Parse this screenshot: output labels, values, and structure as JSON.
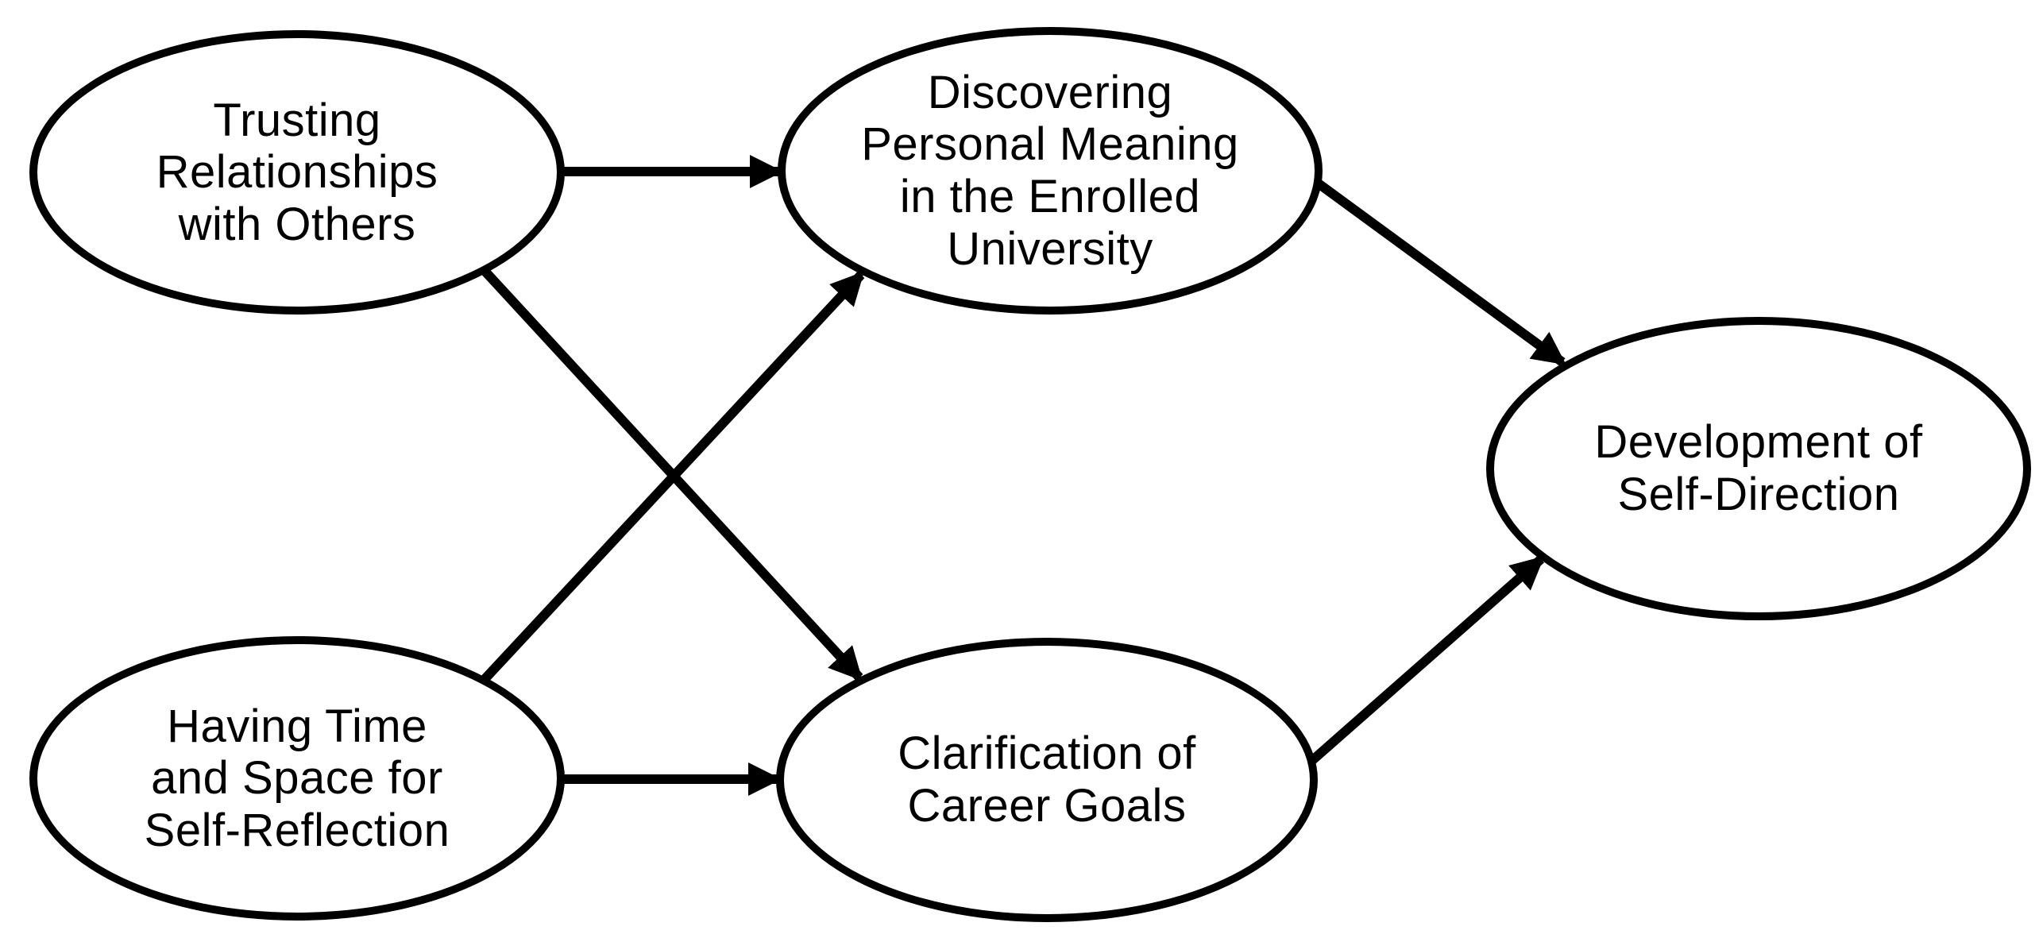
{
  "page": {
    "background_color": "#ffffff"
  },
  "diagram": {
    "type": "path-model",
    "stroke_color": "#000000",
    "text_color": "#000000",
    "nodes": [
      {
        "id": "trusting-relationships",
        "label": "Trusting Relationships with Others",
        "lines": [
          "Trusting",
          "Relationships",
          "with Others"
        ]
      },
      {
        "id": "having-time",
        "label": "Having Time and Space for Self-Reflection",
        "lines": [
          "Having Time",
          "and Space for",
          "Self-Reflection"
        ]
      },
      {
        "id": "discovering-meaning",
        "label": "Discovering Personal Meaning in the Enrolled University",
        "lines": [
          "Discovering",
          "Personal Meaning",
          "in the Enrolled",
          "University"
        ]
      },
      {
        "id": "clarification-goals",
        "label": "Clarification of Career Goals",
        "lines": [
          "Clarification of",
          "Career Goals"
        ]
      },
      {
        "id": "development-self-direction",
        "label": "Development of Self-Direction",
        "lines": [
          "Development of",
          "Self-Direction"
        ]
      }
    ],
    "edges": [
      {
        "from": "trusting-relationships",
        "to": "discovering-meaning"
      },
      {
        "from": "trusting-relationships",
        "to": "clarification-goals"
      },
      {
        "from": "having-time",
        "to": "discovering-meaning"
      },
      {
        "from": "having-time",
        "to": "clarification-goals"
      },
      {
        "from": "discovering-meaning",
        "to": "development-self-direction"
      },
      {
        "from": "clarification-goals",
        "to": "development-self-direction"
      }
    ]
  }
}
